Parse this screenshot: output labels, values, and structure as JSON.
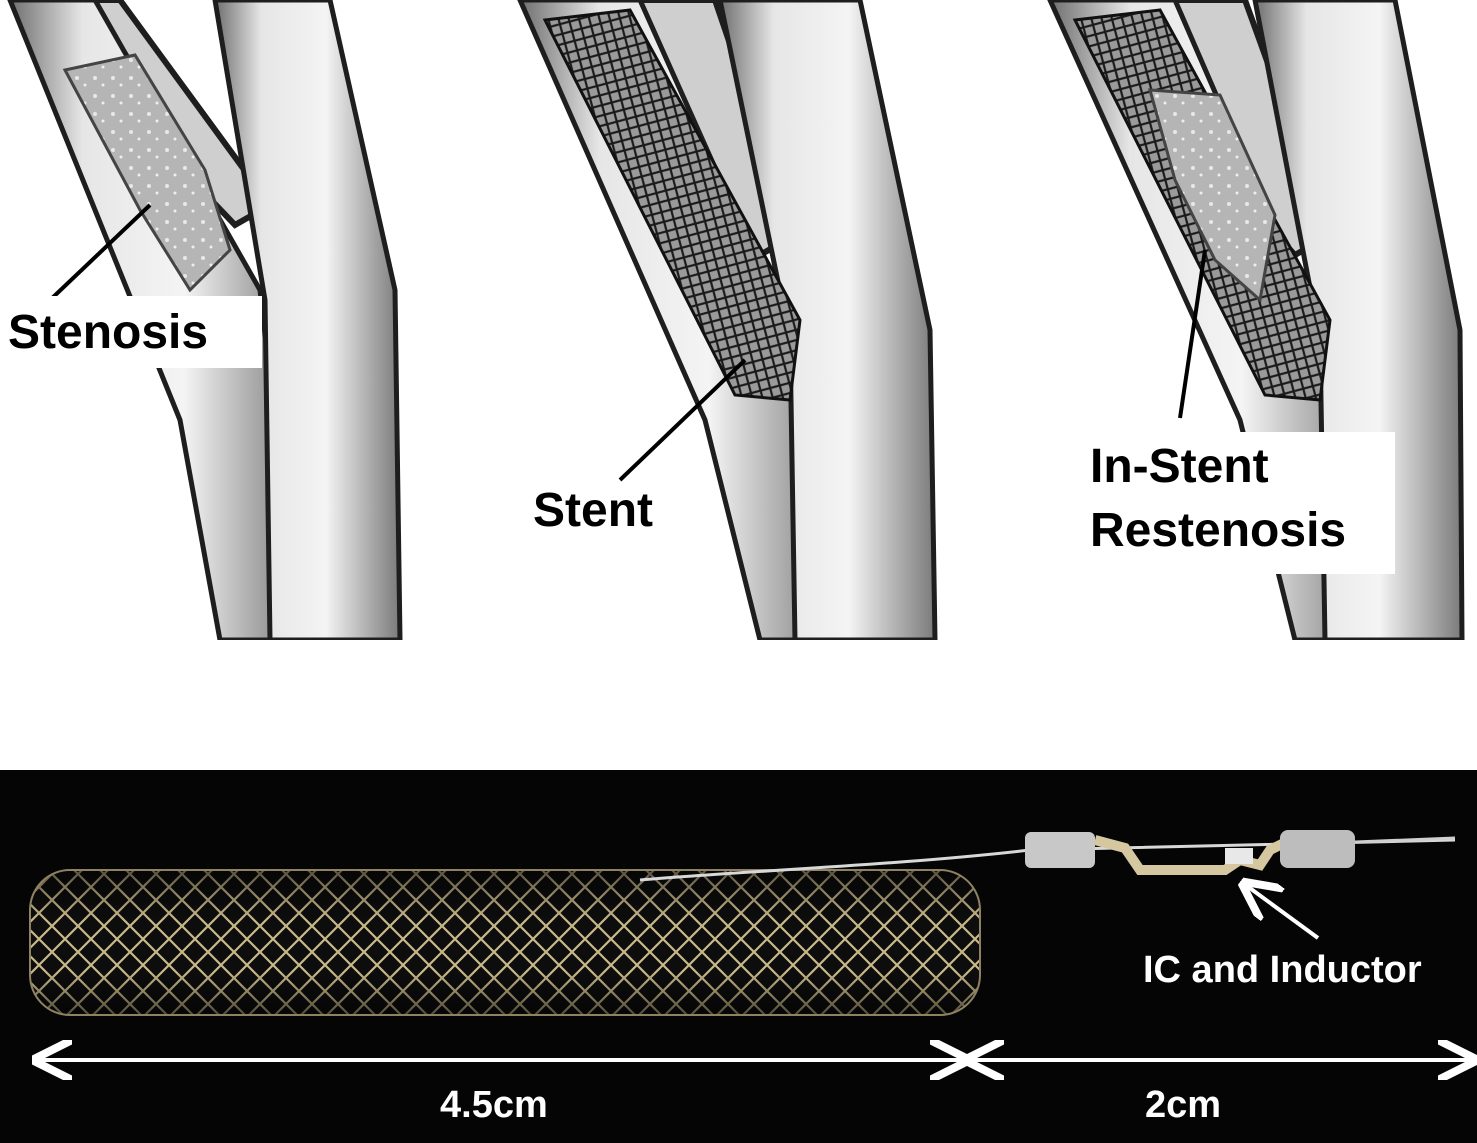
{
  "top_panel": {
    "labels": {
      "stenosis": "Stenosis",
      "stent": "Stent",
      "restenosis_line1": "In-Stent",
      "restenosis_line2": "Restenosis"
    }
  },
  "bottom_panel": {
    "ic_label": "IC and Inductor",
    "stent_length": "4.5cm",
    "device_length": "2cm"
  },
  "colors": {
    "vessel_fill": "#d9d9d9",
    "vessel_wall": "#2b2b2b",
    "plaque": "#bfbfbf",
    "photo_background": "#050505",
    "stent_wire": "#c9b98a"
  }
}
